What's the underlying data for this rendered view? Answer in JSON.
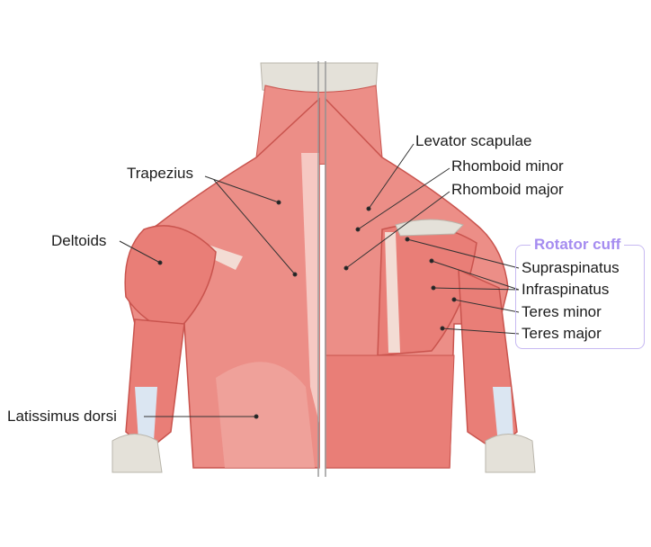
{
  "labels": {
    "trapezius": "Trapezius",
    "deltoids": "Deltoids",
    "latissimus_dorsi": "Latissimus dorsi",
    "levator_scapulae": "Levator scapulae",
    "rhomboid_minor": "Rhomboid minor",
    "rhomboid_major": "Rhomboid major"
  },
  "rotator_cuff": {
    "title": "Rotator cuff",
    "items": [
      "Supraspinatus",
      "Infraspinatus",
      "Teres minor",
      "Teres major"
    ]
  },
  "colors": {
    "muscle": "#ec8e87",
    "muscle_dark": "#c9544e",
    "tendon": "#f6c9c3",
    "bone": "#e4e1d9",
    "cuff_accent": "#a58cf0"
  }
}
